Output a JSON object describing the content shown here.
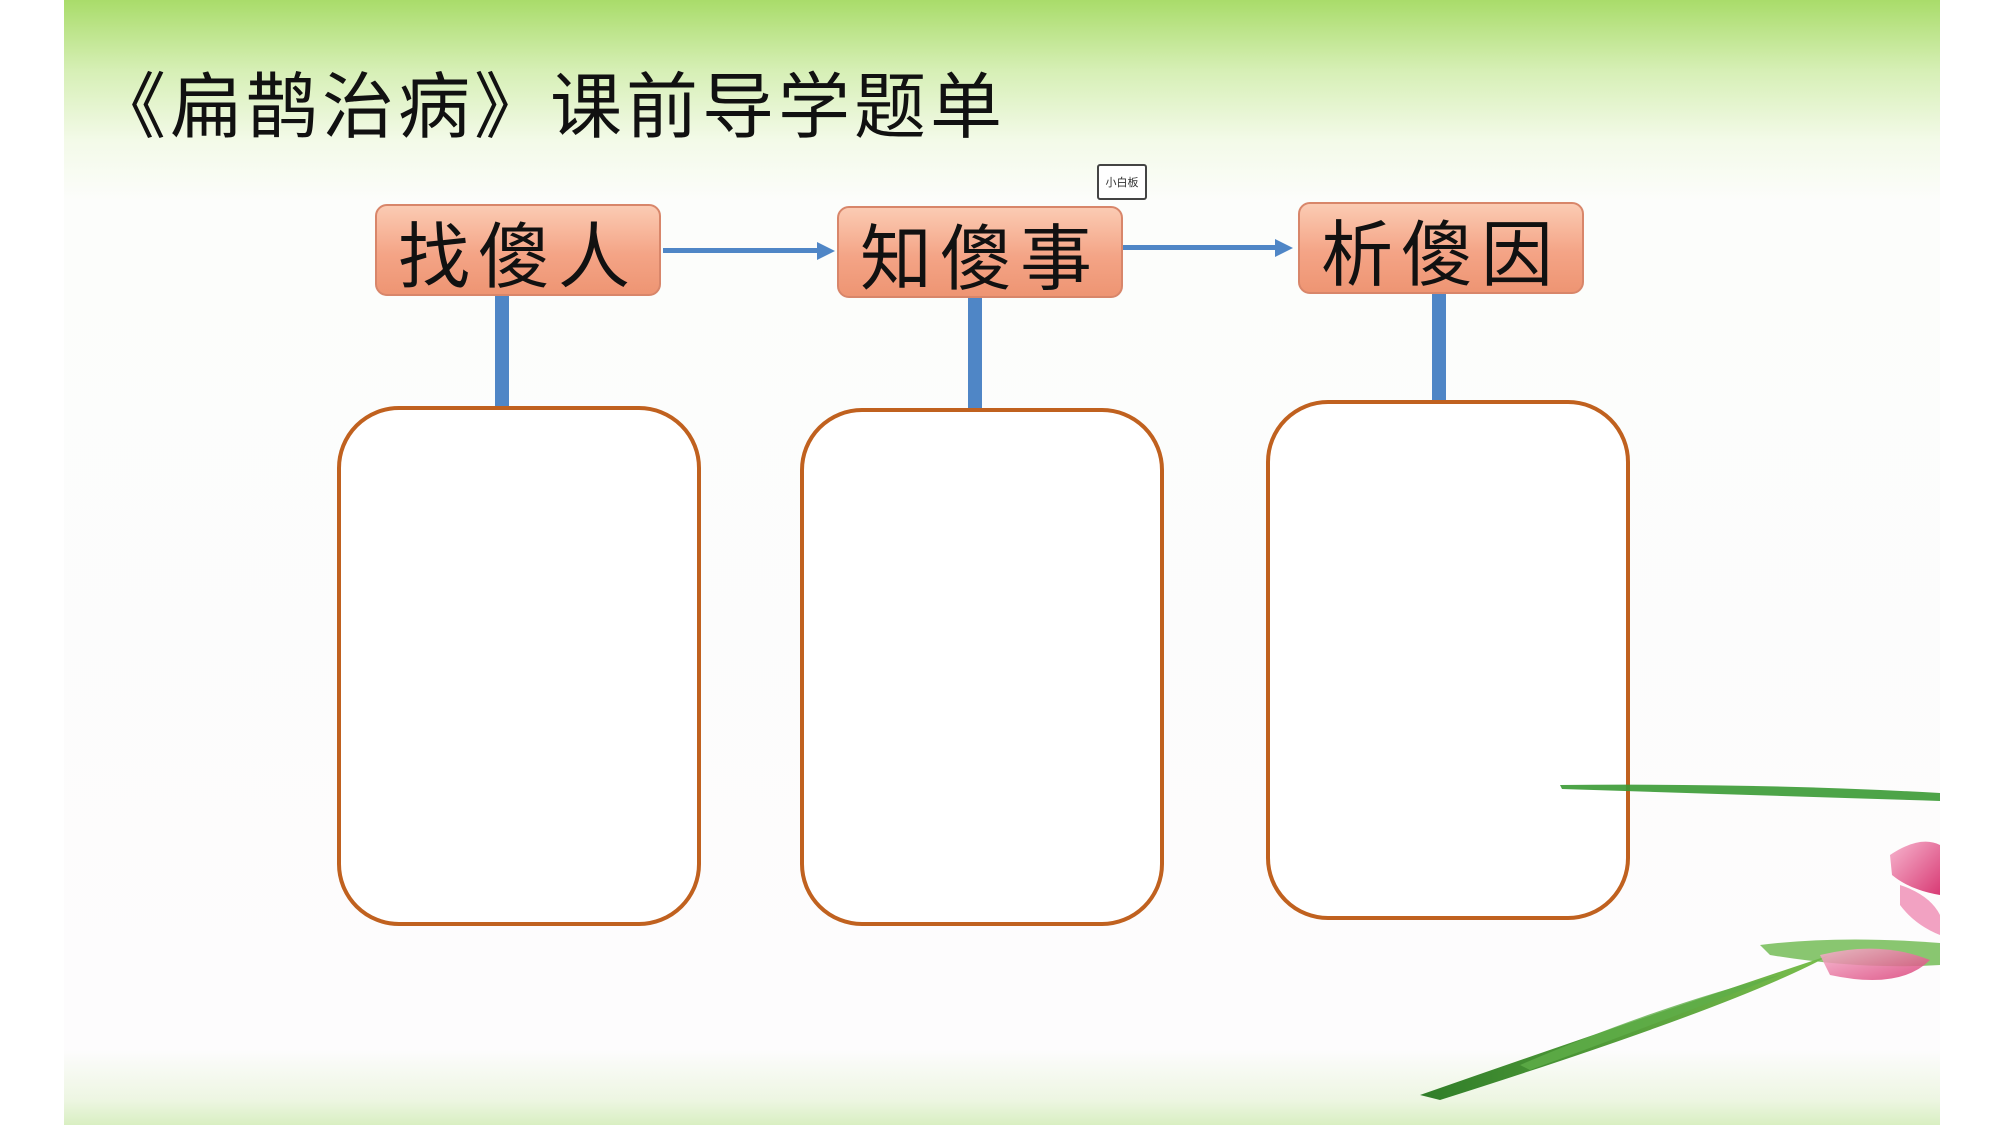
{
  "title": "《扁鹊治病》课前导学题单",
  "stamp": "小白板",
  "steps": [
    {
      "label": "找傻人"
    },
    {
      "label": "知傻事"
    },
    {
      "label": "析傻因"
    }
  ],
  "colors": {
    "header_fill": "#f4a486",
    "card_border": "#c0611f",
    "connector": "#4f86c6"
  }
}
